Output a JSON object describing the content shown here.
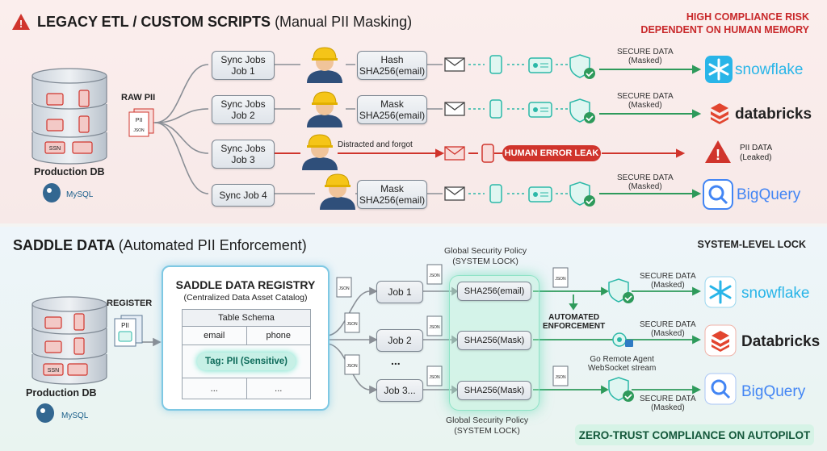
{
  "top": {
    "title": "LEGACY ETL / CUSTOM SCRIPTS",
    "subtitle": "(Manual PII Masking)",
    "risk_line1": "HIGH COMPLIANCE RISK",
    "risk_line2": "DEPENDENT ON HUMAN MEMORY",
    "db_label": "Production DB",
    "raw_pii": "RAW PII",
    "mysql": "MySQL",
    "jobs": [
      {
        "line1": "Sync Jobs",
        "line2": "Job 1"
      },
      {
        "line1": "Sync Jobs",
        "line2": "Job 2"
      },
      {
        "line1": "Sync Jobs",
        "line2": "Job 3"
      },
      {
        "line1": "Sync Job 4",
        "line2": ""
      }
    ],
    "transforms": [
      {
        "line1": "Hash",
        "line2": "SHA256(email)"
      },
      {
        "line1": "Mask",
        "line2": "SHA256(email)"
      },
      {
        "line1": "Mask",
        "line2": "SHA256(email)"
      }
    ],
    "forgot": "Distracted and forgot",
    "human_error": "HUMAN ERROR LEAK",
    "secure_l1": "SECURE DATA",
    "secure_l2": "(Masked)",
    "leak_l1": "PII DATA",
    "leak_l2": "(Leaked)",
    "destinations": [
      "snowflake",
      "databricks",
      "BigQuery"
    ]
  },
  "bottom": {
    "title": "SADDLE DATA",
    "subtitle": "(Automated PII Enforcement)",
    "system_lock": "SYSTEM-LEVEL LOCK",
    "register": "REGISTER",
    "db_label": "Production DB",
    "mysql": "MySQL",
    "registry_title": "SADDLE DATA REGISTRY",
    "registry_subtitle": "(Centralized Data Asset Catalog)",
    "schema_header": "Table Schema",
    "col_email": "email",
    "col_phone": "phone",
    "tag": "Tag: PII (Sensitive)",
    "ellipsis": "...",
    "jobs": [
      "Job 1",
      "Job 2",
      "Job 3..."
    ],
    "dots": "...",
    "policy_top_l1": "Global Security Policy",
    "policy_top_l2": "(SYSTEM LOCK)",
    "policy_bot_l1": "Global Security Policy",
    "policy_bot_l2": "(SYSTEM LOCK)",
    "policy_items": [
      "SHA256(email)",
      "SHA256(Mask)",
      "SHA256(Mask)"
    ],
    "auto_l1": "AUTOMATED",
    "auto_l2": "ENFORCEMENT",
    "agent_l1": "Go Remote Agent",
    "agent_l2": "WebSocket stream",
    "secure_l1": "SECURE DATA",
    "secure_l2": "(Masked)",
    "destinations": [
      "snowflake",
      "Databricks",
      "BigQuery"
    ],
    "footer": "ZERO-TRUST COMPLIANCE ON AUTOPILOT",
    "json": "JSON",
    "pii": "PII",
    "ssn": "SSN"
  },
  "colors": {
    "red": "#d0342c",
    "green": "#2e9a5b",
    "teal": "#2bb8a8",
    "snow": "#29b5e8",
    "dbx": "#e2452f",
    "bq": "#4285f4"
  }
}
